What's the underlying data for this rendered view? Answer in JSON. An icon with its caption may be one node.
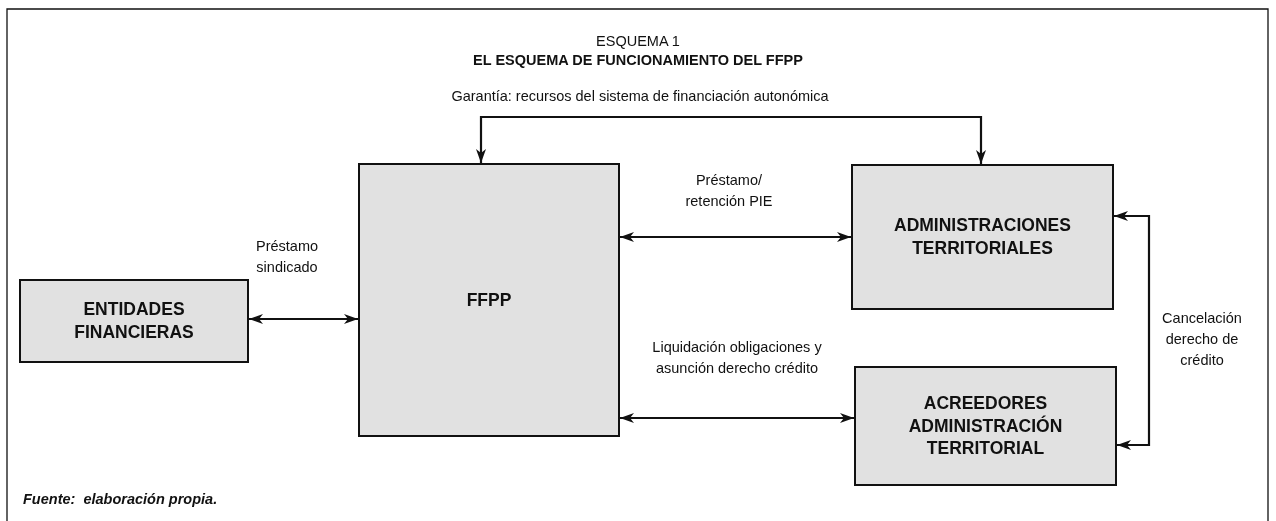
{
  "diagram": {
    "title": "EL ESQUEMA DE FUNCIONAMIENTO DEL FFPP",
    "nodes": [
      {
        "text": [
          "FFPP"
        ]
      },
      {
        "text": [
          "ENTIDADES FINANCIERAS"
        ]
      },
      {
        "text": [
          "ADMINISTRACIONES TERRITORIALES"
        ]
      },
      {
        "text": [
          "ACREEDORES ADMINISTRACIÓN TERRITORIAL"
        ]
      }
    ],
    "edges": [
      {
        "from": 0,
        "to": 2,
        "arrow": "both",
        "label": "Garantía: recursos del sistema de financiación autonómica"
      },
      {
        "from": 1,
        "to": 0,
        "arrow": "both",
        "label": "Préstamo sindicado"
      },
      {
        "from": 0,
        "to": 2,
        "arrow": "both",
        "label": "Préstamo/ retención PIE"
      },
      {
        "from": 0,
        "to": 3,
        "arrow": "both",
        "label": "Liquidación obligaciones y asunción derecho crédito"
      },
      {
        "from": 2,
        "to": 3,
        "arrow": "both",
        "label": "Cancelación derecho de crédito"
      }
    ],
    "labels": [
      "ESQUEMA 1",
      "Fuente:  elaboración propia."
    ]
  }
}
